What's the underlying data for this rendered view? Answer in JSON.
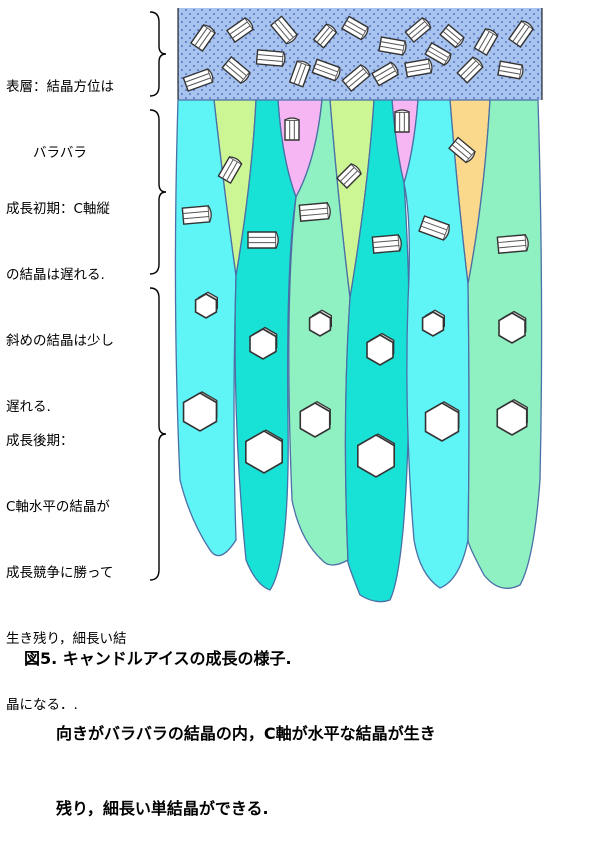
{
  "labels": {
    "surface": [
      "表層：結晶方位は",
      "　　バラバラ"
    ],
    "early": [
      "成長初期：C軸縦",
      "の結晶は遅れる.",
      "斜めの結晶は少し",
      "遅れる."
    ],
    "late": [
      "成長後期：",
      "C軸水平の結晶が",
      "成長競争に勝って",
      "生き残り，細長い結",
      "晶になる．."
    ]
  },
  "caption": {
    "line1": "図5. キャンドルアイスの成長の様子.",
    "line2": "　　向きがバラバラの結晶の内，C軸が水平な結晶が生き",
    "line3": "　　残り，細長い単結晶ができる."
  },
  "colors": {
    "surface_bg": "#a9c3ef",
    "surface_dots": "#2a4bb0",
    "cyan": "#5ff4f6",
    "teal": "#18e2d6",
    "mint": "#8ff0c2",
    "lime": "#ccf593",
    "pink": "#f6b6f3",
    "orange": "#fbd98c",
    "outline": "#4b6fa6"
  }
}
